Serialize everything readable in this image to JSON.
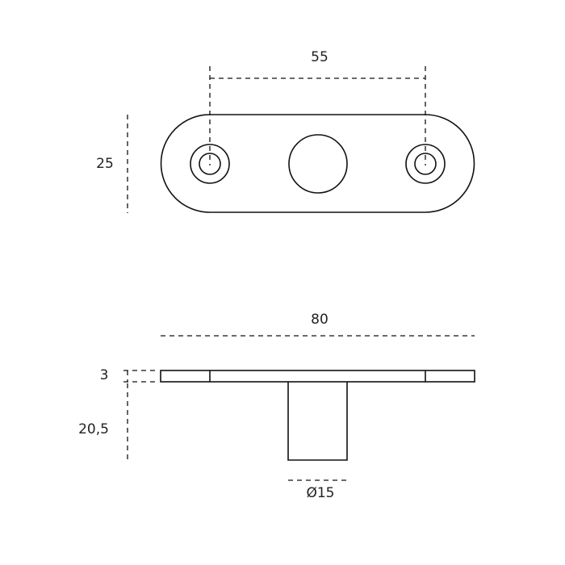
{
  "dimensions": {
    "hole_spacing": "55",
    "plate_width": "25",
    "overall_length": "80",
    "plate_thickness": "3",
    "stem_height": "20,5",
    "stem_diameter": "Ø15"
  },
  "colors": {
    "line": "#111111",
    "background": "#ffffff"
  }
}
